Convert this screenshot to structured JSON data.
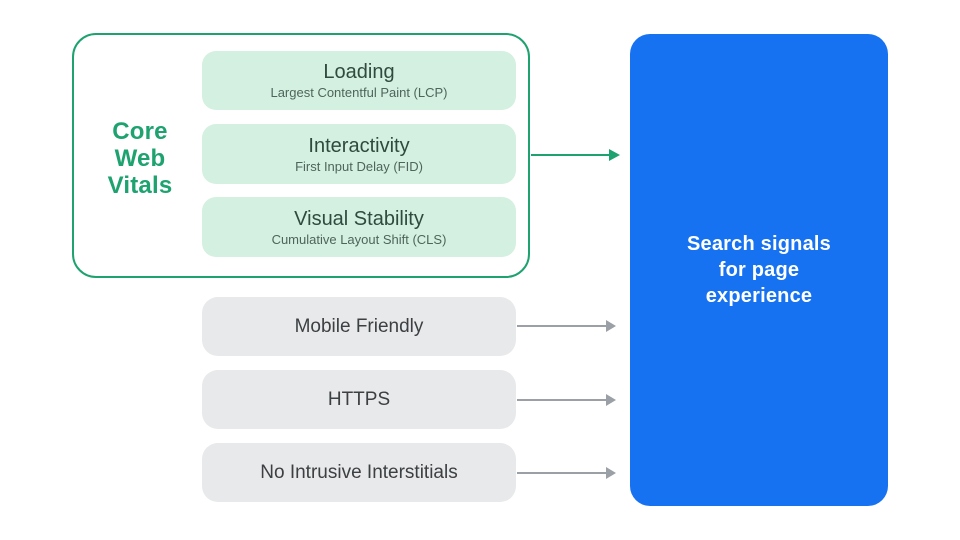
{
  "colors": {
    "accent_green": "#1ea26f",
    "mint_fill": "#d4f0e1",
    "metric_title_color": "#2f4a3e",
    "metric_subtitle_color": "#4f655b",
    "gray_fill": "#e8e9ea",
    "gray_text": "#3c4043",
    "arrow_gray": "#9aa0a6",
    "blue_fill": "#1772f2",
    "white_text": "#ffffff"
  },
  "core_web_vitals": {
    "label_lines": [
      "Core",
      "Web",
      "Vitals"
    ],
    "items": [
      {
        "title": "Loading",
        "subtitle": "Largest Contentful Paint (LCP)"
      },
      {
        "title": "Interactivity",
        "subtitle": "First Input Delay (FID)"
      },
      {
        "title": "Visual Stability",
        "subtitle": "Cumulative Layout Shift (CLS)"
      }
    ]
  },
  "other_signals": [
    {
      "label": "Mobile Friendly"
    },
    {
      "label": "HTTPS"
    },
    {
      "label": "No Intrusive Interstitials"
    }
  ],
  "result": {
    "lines": [
      "Search signals",
      "for page",
      "experience"
    ]
  }
}
